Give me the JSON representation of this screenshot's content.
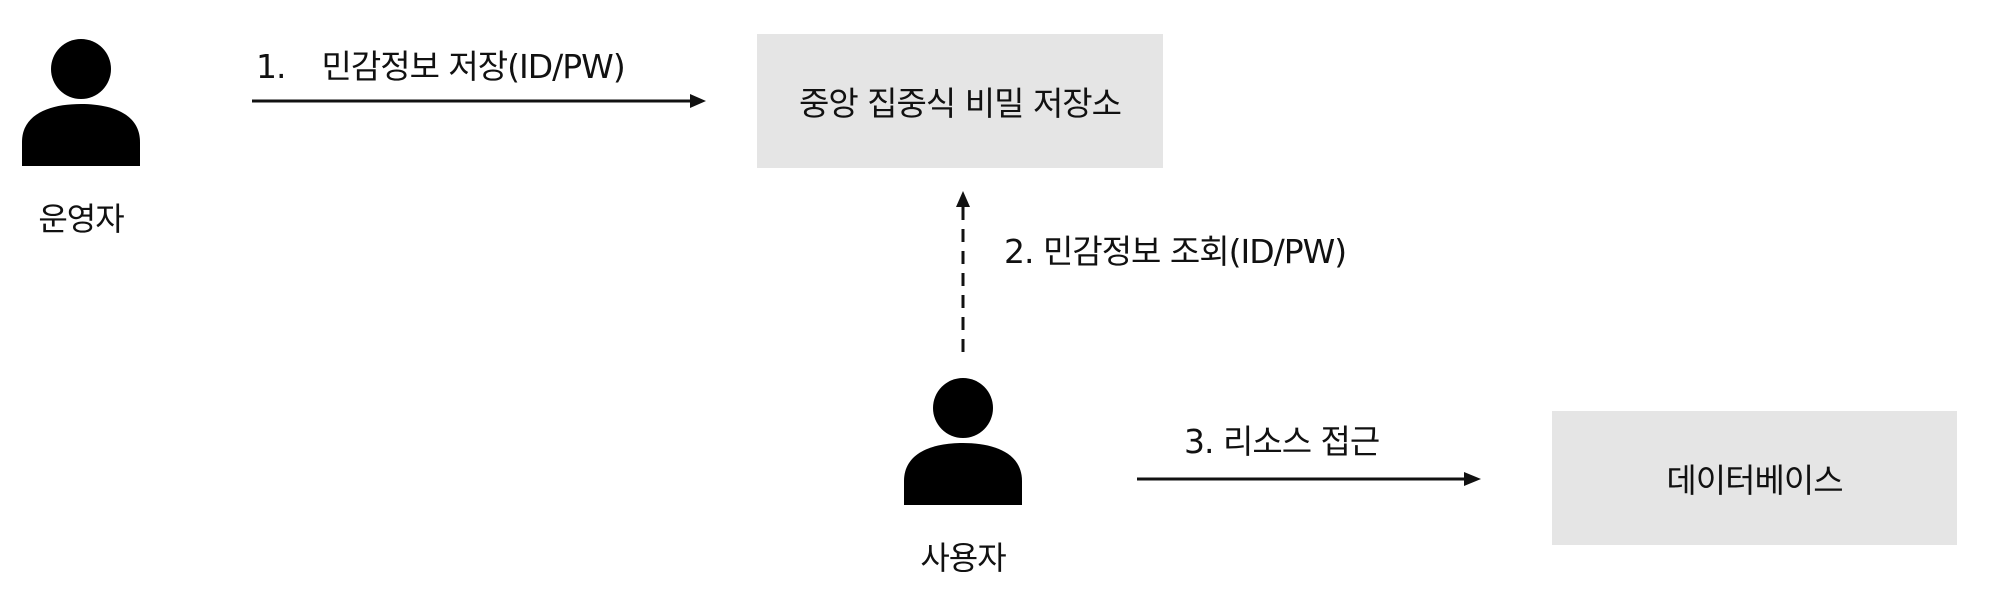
{
  "actors": {
    "operator": {
      "label": "운영자",
      "icon": "person-icon"
    },
    "user": {
      "label": "사용자",
      "icon": "person-icon"
    }
  },
  "nodes": {
    "secret_store": {
      "label": "중앙 집중식 비밀 저장소"
    },
    "database": {
      "label": "데이터베이스"
    }
  },
  "edges": {
    "store_credentials": {
      "number": "1.",
      "text": "민감정보 저장(ID/PW)",
      "style": "solid"
    },
    "lookup_credentials": {
      "text": "2. 민감정보 조회(ID/PW)",
      "style": "dashed"
    },
    "access_resource": {
      "text": "3. 리소스 접근",
      "style": "solid"
    }
  },
  "colors": {
    "box_fill": "#e5e5e5",
    "ink": "#111111"
  }
}
